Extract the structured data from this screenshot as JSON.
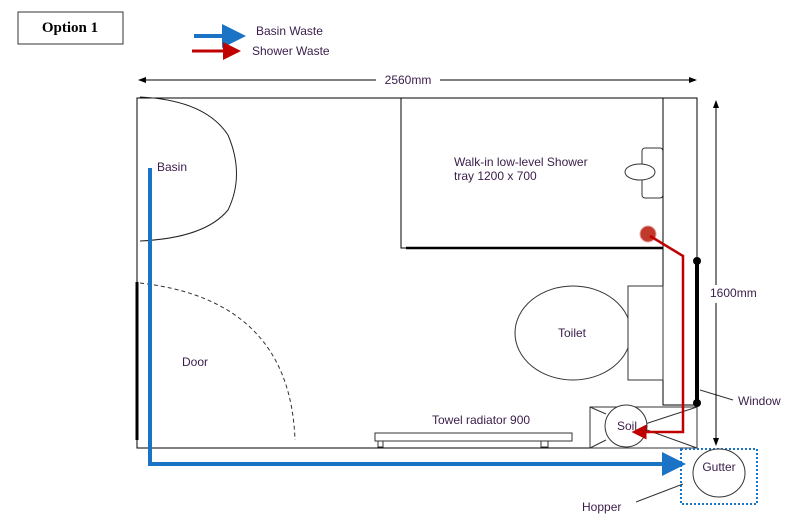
{
  "title": "Option 1",
  "legend": {
    "basin_waste": "Basin Waste",
    "shower_waste": "Shower Waste",
    "basin_color": "#1a73c4",
    "shower_color": "#c00000"
  },
  "dimensions": {
    "width": "2560mm",
    "height": "1600mm"
  },
  "labels": {
    "basin": "Basin",
    "shower_line1": "Walk-in low-level Shower",
    "shower_line2": "tray 1200  x 700",
    "toilet": "Toilet",
    "door": "Door",
    "towel_radiator": "Towel radiator 900",
    "soil": "Soil",
    "window": "Window",
    "gutter": "Gutter",
    "hopper": "Hopper"
  }
}
